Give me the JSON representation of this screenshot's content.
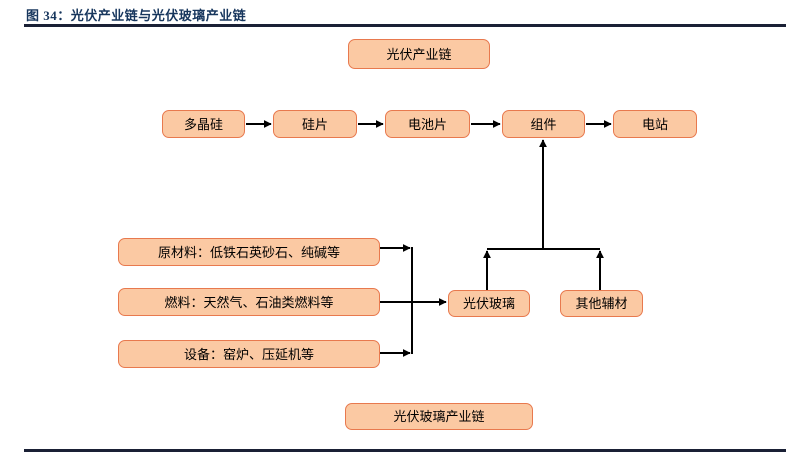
{
  "figure": {
    "title": "图 34：光伏产业链与光伏玻璃产业链"
  },
  "diagram": {
    "pv_chain_label": "光伏产业链",
    "pv_glass_chain_label": "光伏玻璃产业链",
    "chain_nodes": [
      {
        "label": "多晶硅"
      },
      {
        "label": "硅片"
      },
      {
        "label": "电池片"
      },
      {
        "label": "组件"
      },
      {
        "label": "电站"
      }
    ],
    "glass_inputs": [
      {
        "label": "原材料：低铁石英砂石、纯碱等"
      },
      {
        "label": "燃料：天然气、石油类燃料等"
      },
      {
        "label": "设备：窑炉、压延机等"
      }
    ],
    "glass_nodes": [
      {
        "label": "光伏玻璃"
      },
      {
        "label": "其他辅材"
      }
    ],
    "colors": {
      "node_fill": "#FBC9A3",
      "node_border": "#E8794E",
      "title_color": "#17365D",
      "rule_color": "#1A2035",
      "connector": "#000000"
    }
  }
}
